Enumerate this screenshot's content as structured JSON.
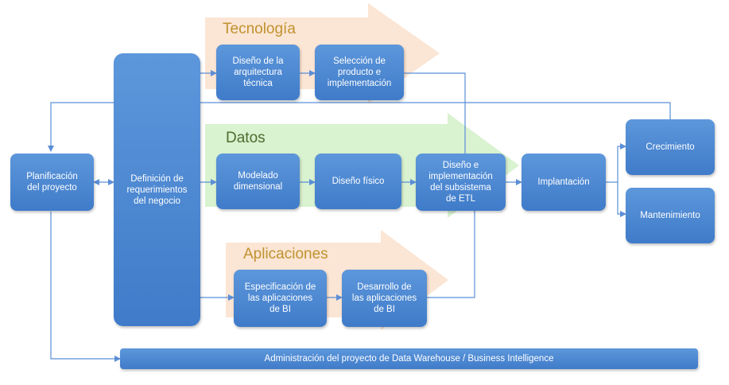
{
  "bands": {
    "tecnologia": {
      "title": "Tecnología",
      "title_color": "#c0922f",
      "fill": "#fbe5d4"
    },
    "datos": {
      "title": "Datos",
      "title_color": "#4f6b2f",
      "fill": "#d9f2d0"
    },
    "aplicaciones": {
      "title": "Aplicaciones",
      "title_color": "#c0922f",
      "fill": "#fbe5d4"
    }
  },
  "boxes": {
    "planificacion": "Planificación\ndel proyecto",
    "definicion": "Definición de\nrequerimientos\ndel negocio",
    "diseno_arquitectura": "Diseño de la\narquitectura\ntécnica",
    "seleccion_producto": "Selección de\nproducto e\nimplementación",
    "modelado_dimensional": "Modelado\ndimensional",
    "diseno_fisico": "Diseño físico",
    "diseno_etl": "Diseño e\nimplementación\ndel subsistema\nde ETL",
    "implantacion": "Implantación",
    "crecimiento": "Crecimiento",
    "mantenimiento": "Mantenimiento",
    "especificacion_apps": "Especificación de\nlas aplicaciones\nde BI",
    "desarrollo_apps": "Desarrollo de\nlas aplicaciones\nde  BI",
    "administracion": "Administración del proyecto de Data Warehouse / Business Intelligence"
  },
  "colors": {
    "box_fill": "#4a86d1",
    "connector": "#5b8fd6"
  }
}
